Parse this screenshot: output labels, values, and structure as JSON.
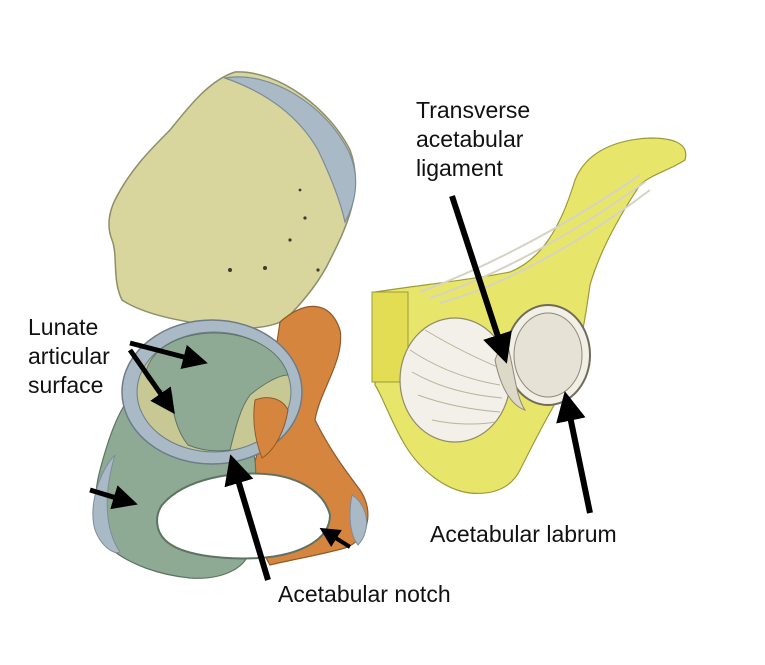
{
  "labels": {
    "lunate": [
      "Lunate",
      "articular",
      "surface"
    ],
    "transverse": [
      "Transverse",
      "acetabular",
      "ligament"
    ],
    "notch": "Acetabular notch",
    "labrum": "Acetabular labrum"
  },
  "colors": {
    "bone": "#d9d8a0",
    "cartilage": "#8faa94",
    "rim": "#a9b9c6",
    "orange_bone": "#d6853f",
    "yellow_bone": "#e8e66a",
    "arrow": "#000000"
  }
}
